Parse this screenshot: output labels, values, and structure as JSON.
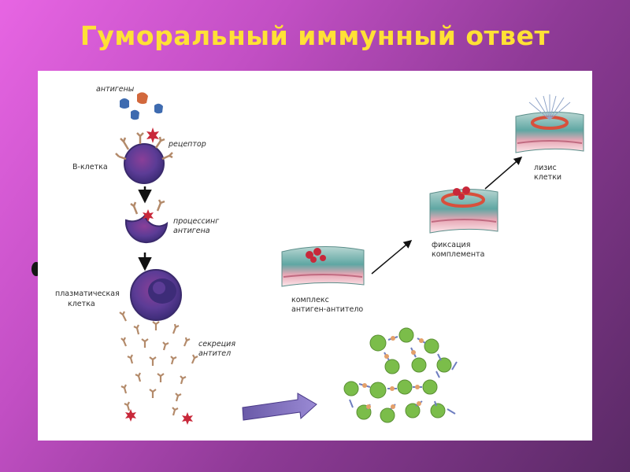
{
  "slide": {
    "title": "Гуморальный иммунный ответ"
  },
  "labels": {
    "antigens": "антигены",
    "receptor": "рецептор",
    "b_cell": "В-клетка",
    "processing_line1": "процессинг",
    "processing_line2": "антигена",
    "plasma_line1": "плазматическая",
    "plasma_line2": "клетка",
    "secretion_line1": "секреция",
    "secretion_line2": "антител",
    "complex_line1": "комплекс",
    "complex_line2": "антиген-антитело",
    "fixation_line1": "фиксация",
    "fixation_line2": "комплемента",
    "lysis_line1": "лизис",
    "lysis_line2": "клетки"
  },
  "colors": {
    "title": "#ffe135",
    "cell_fill": "#5c3c96",
    "cell_core": "#7a2f86",
    "antigen_red": "#c8283a",
    "antigen_blue": "#3e6bb0",
    "antigen_orange": "#d2683c",
    "membrane_teal": "#5fa7a3",
    "membrane_pink": "#e7a7b5",
    "complement_ring": "#d8503c",
    "cluster_green": "#7bbd4a",
    "arrow_violet": "#8a7ac4"
  }
}
